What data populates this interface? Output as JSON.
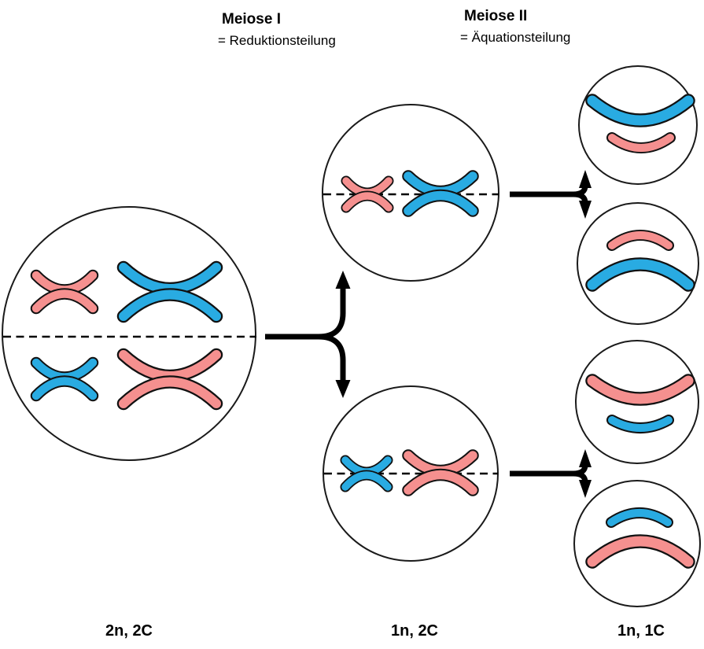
{
  "header": {
    "meiosis1_title": "Meiose I",
    "meiosis1_subtitle": "= Reduktionsteilung",
    "meiosis2_title": "Meiose II",
    "meiosis2_subtitle": "= Äquationsteilung"
  },
  "stage_labels": {
    "parent": "2n, 2C",
    "after_meiosis1": "1n, 2C",
    "after_meiosis2": "1n, 1C"
  },
  "colors": {
    "chromosome_red": "#F5908F",
    "chromosome_blue": "#29ABE2",
    "outline": "#111111",
    "line_black": "#000000",
    "cell_stroke": "#1A1A1A",
    "background": "#FFFFFF"
  },
  "diagram": {
    "parent_cell": {
      "ploidy": "2n, 2C",
      "divider": "dashed",
      "chromosomes": [
        {
          "color": "red",
          "size": "small",
          "position": "top-left"
        },
        {
          "color": "blue",
          "size": "large",
          "position": "top-right"
        },
        {
          "color": "blue",
          "size": "small",
          "position": "bottom-left"
        },
        {
          "color": "red",
          "size": "large",
          "position": "bottom-right"
        }
      ]
    },
    "meiosis1_cells": [
      {
        "ploidy": "1n, 2C",
        "divider": "dashed",
        "chromosomes": [
          {
            "color": "red",
            "size": "small"
          },
          {
            "color": "blue",
            "size": "large"
          }
        ]
      },
      {
        "ploidy": "1n, 2C",
        "divider": "dashed",
        "chromosomes": [
          {
            "color": "blue",
            "size": "small"
          },
          {
            "color": "red",
            "size": "large"
          }
        ]
      }
    ],
    "meiosis2_cells": [
      {
        "ploidy": "1n, 1C",
        "chromatids": [
          {
            "color": "blue",
            "size": "large",
            "bend": "down"
          },
          {
            "color": "red",
            "size": "small",
            "bend": "down"
          }
        ]
      },
      {
        "ploidy": "1n, 1C",
        "chromatids": [
          {
            "color": "red",
            "size": "small",
            "bend": "up"
          },
          {
            "color": "blue",
            "size": "large",
            "bend": "up"
          }
        ]
      },
      {
        "ploidy": "1n, 1C",
        "chromatids": [
          {
            "color": "red",
            "size": "large",
            "bend": "down"
          },
          {
            "color": "blue",
            "size": "small",
            "bend": "down"
          }
        ]
      },
      {
        "ploidy": "1n, 1C",
        "chromatids": [
          {
            "color": "blue",
            "size": "small",
            "bend": "up"
          },
          {
            "color": "red",
            "size": "large",
            "bend": "up"
          }
        ]
      }
    ]
  }
}
